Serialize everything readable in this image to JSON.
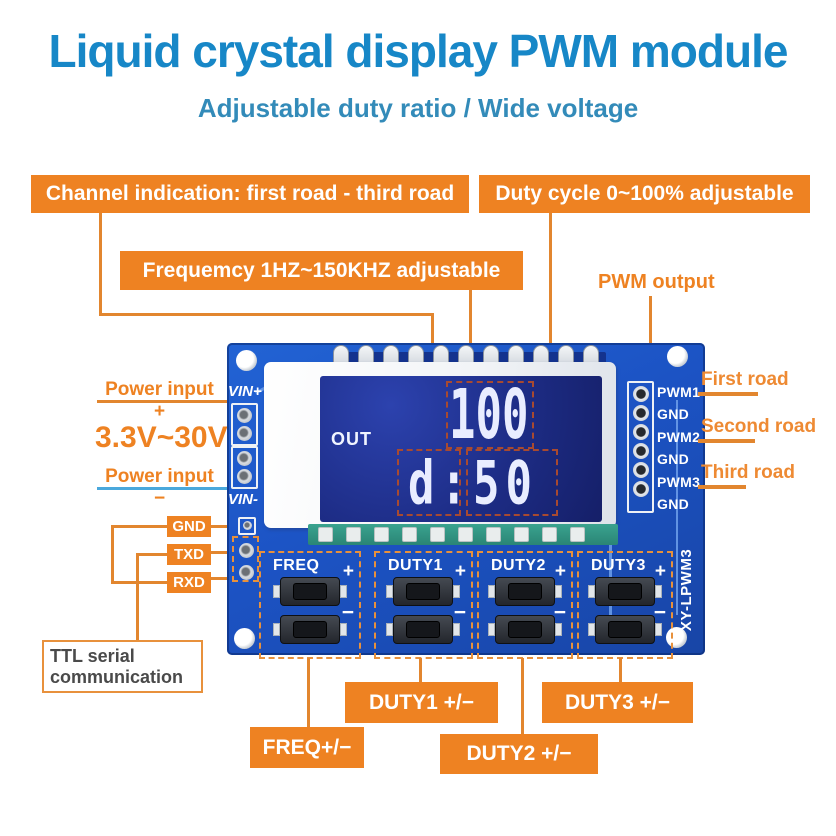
{
  "header": {
    "title": "Liquid crystal display PWM module",
    "subtitle": "Adjustable duty ratio  /  Wide voltage"
  },
  "callouts": {
    "channel_indication": "Channel indication: first road - third road",
    "duty_cycle": "Duty cycle 0~100% adjustable",
    "frequency": "Frequemcy 1HZ~150KHZ adjustable",
    "pwm_output": "PWM output",
    "power_input_plus": "Power input +",
    "voltage_range": "3.3V~30V",
    "power_input_minus": "Power input −",
    "gnd": "GND",
    "txd": "TXD",
    "rxd": "RXD",
    "ttl_serial": "TTL serial communication",
    "first_road": "First road",
    "second_road": "Second road",
    "third_road": "Third road",
    "freq_adjust": "FREQ+/−",
    "duty1_adjust": "DUTY1 +/−",
    "duty2_adjust": "DUTY2 +/−",
    "duty3_adjust": "DUTY3 +/−"
  },
  "board": {
    "silkscreen": {
      "vin_plus": "VIN+",
      "vin_minus": "VIN-",
      "model": "XY-LPWM3",
      "plus": "+",
      "minus": "−",
      "buttons": [
        "FREQ",
        "DUTY1",
        "DUTY2",
        "DUTY3"
      ],
      "pins": [
        "PWM1",
        "GND",
        "PWM2",
        "GND",
        "PWM3",
        "GND"
      ]
    },
    "lcd": {
      "out_label": "OUT",
      "frequency_value": "100",
      "duty_value": "d:50"
    }
  },
  "colors": {
    "title_blue": "#1787c7",
    "subtitle_blue": "#338bb9",
    "callout_orange": "#ee8222",
    "line_orange": "#e2862f",
    "line_blue": "#4aa8dc",
    "pcb_blue": "#1c53c4",
    "lcd_navy": "#1d2c85",
    "lcd_dash_red": "#a84a30"
  }
}
